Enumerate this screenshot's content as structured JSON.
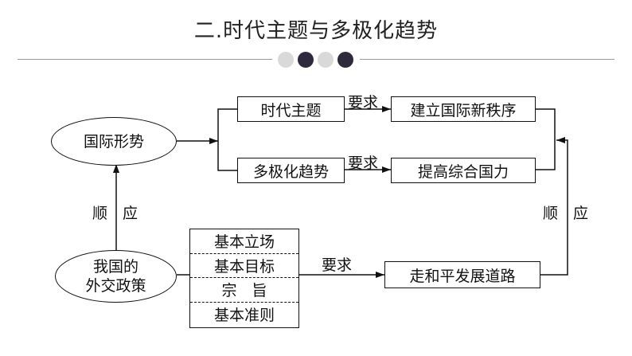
{
  "title": "二.时代主题与多极化趋势",
  "decor_dot_colors": [
    "#d9d9d9",
    "#2e2a3c",
    "#d9d9d9",
    "#2e2a3c"
  ],
  "nodes": {
    "international": "国际形势",
    "policy_line1": "我国的",
    "policy_line2": "外交政策",
    "era_theme": "时代主题",
    "multipolar": "多极化趋势",
    "new_order": "建立国际新秩序",
    "national_power": "提高综合国力",
    "peaceful_road": "走和平发展道路"
  },
  "principles": [
    "基本立场",
    "基本目标",
    "宗　旨",
    "基本准则"
  ],
  "edge_labels": {
    "require_top": "要求",
    "require_mid": "要求",
    "require_bottom": "要求",
    "comply_left": "顺　应",
    "comply_right": "顺　应"
  }
}
